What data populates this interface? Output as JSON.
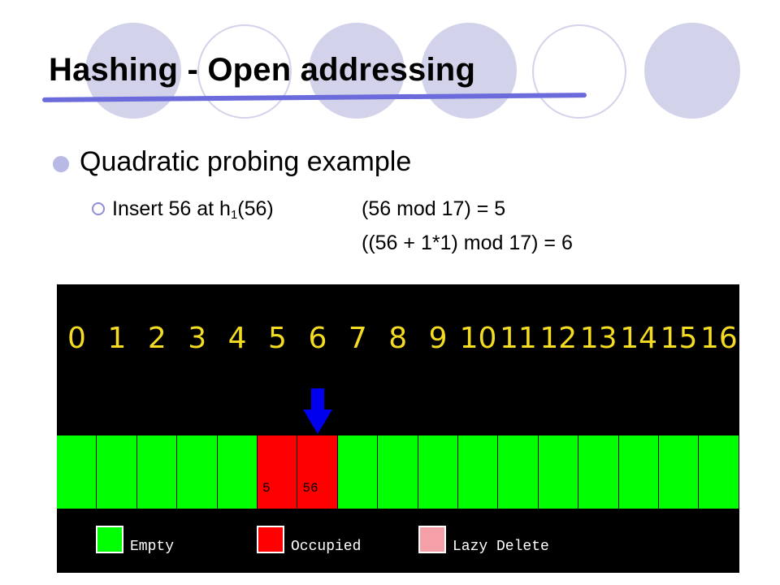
{
  "title": "Hashing - Open addressing",
  "bullet": "Quadratic probing example",
  "sub": {
    "prefix": "Insert 56 at h",
    "subscript": "1",
    "suffix": "(56)",
    "line1": "(56 mod 17) = 5",
    "line2": "((56 + 1*1) mod 17) = 6"
  },
  "colors": {
    "empty": "#00ff00",
    "occupied": "#ff0000",
    "lazy_delete": "#f5a0a8",
    "index": "#f4dc22",
    "arrow": "#0000ee"
  },
  "table": {
    "indices": [
      "0",
      "1",
      "2",
      "3",
      "4",
      "5",
      "6",
      "7",
      "8",
      "9",
      "10",
      "11",
      "12",
      "13",
      "14",
      "15",
      "16"
    ],
    "slots": [
      {
        "state": "empty",
        "value": ""
      },
      {
        "state": "empty",
        "value": ""
      },
      {
        "state": "empty",
        "value": ""
      },
      {
        "state": "empty",
        "value": ""
      },
      {
        "state": "empty",
        "value": ""
      },
      {
        "state": "occupied",
        "value": "5"
      },
      {
        "state": "occupied",
        "value": "56"
      },
      {
        "state": "empty",
        "value": ""
      },
      {
        "state": "empty",
        "value": ""
      },
      {
        "state": "empty",
        "value": ""
      },
      {
        "state": "empty",
        "value": ""
      },
      {
        "state": "empty",
        "value": ""
      },
      {
        "state": "empty",
        "value": ""
      },
      {
        "state": "empty",
        "value": ""
      },
      {
        "state": "empty",
        "value": ""
      },
      {
        "state": "empty",
        "value": ""
      },
      {
        "state": "empty",
        "value": ""
      }
    ],
    "arrow_index": 6
  },
  "legend": [
    {
      "label": "Empty",
      "state": "empty"
    },
    {
      "label": "Occupied",
      "state": "occupied"
    },
    {
      "label": "Lazy Delete",
      "state": "lazy_delete"
    }
  ]
}
